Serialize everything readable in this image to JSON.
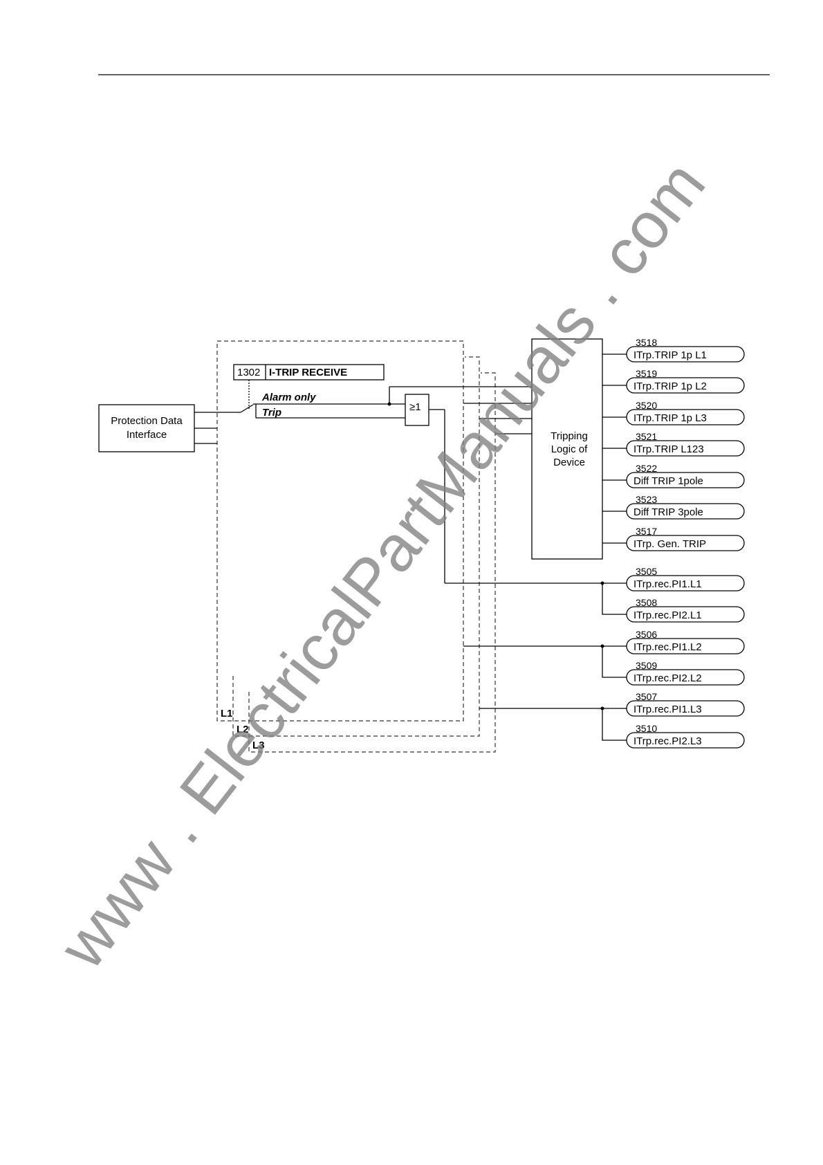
{
  "setting": {
    "address": "1302",
    "name": "I-TRIP RECEIVE",
    "options": [
      "Alarm only",
      "Trip"
    ]
  },
  "source_block": {
    "line1": "Protection Data",
    "line2": "Interface"
  },
  "or_gate": "≥1",
  "trip_logic": {
    "line1": "Tripping",
    "line2": "Logic of",
    "line3": "Device"
  },
  "phases": [
    "L1",
    "L2",
    "L3"
  ],
  "outputs": [
    {
      "number": "3518",
      "label": "ITrp.TRIP 1p L1"
    },
    {
      "number": "3519",
      "label": "ITrp.TRIP 1p L2"
    },
    {
      "number": "3520",
      "label": "ITrp.TRIP 1p L3"
    },
    {
      "number": "3521",
      "label": "ITrp.TRIP L123"
    },
    {
      "number": "3522",
      "label": "Diff TRIP 1pole"
    },
    {
      "number": "3523",
      "label": "Diff TRIP 3pole"
    },
    {
      "number": "3517",
      "label": "ITrp. Gen. TRIP"
    },
    {
      "number": "3505",
      "label": "ITrp.rec.PI1.L1"
    },
    {
      "number": "3508",
      "label": "ITrp.rec.PI2.L1"
    },
    {
      "number": "3506",
      "label": "ITrp.rec.PI1.L2"
    },
    {
      "number": "3509",
      "label": "ITrp.rec.PI2.L2"
    },
    {
      "number": "3507",
      "label": "ITrp.rec.PI1.L3"
    },
    {
      "number": "3510",
      "label": "ITrp.rec.PI2.L3"
    }
  ],
  "watermark": "www . ElectricalPartManuals . com"
}
